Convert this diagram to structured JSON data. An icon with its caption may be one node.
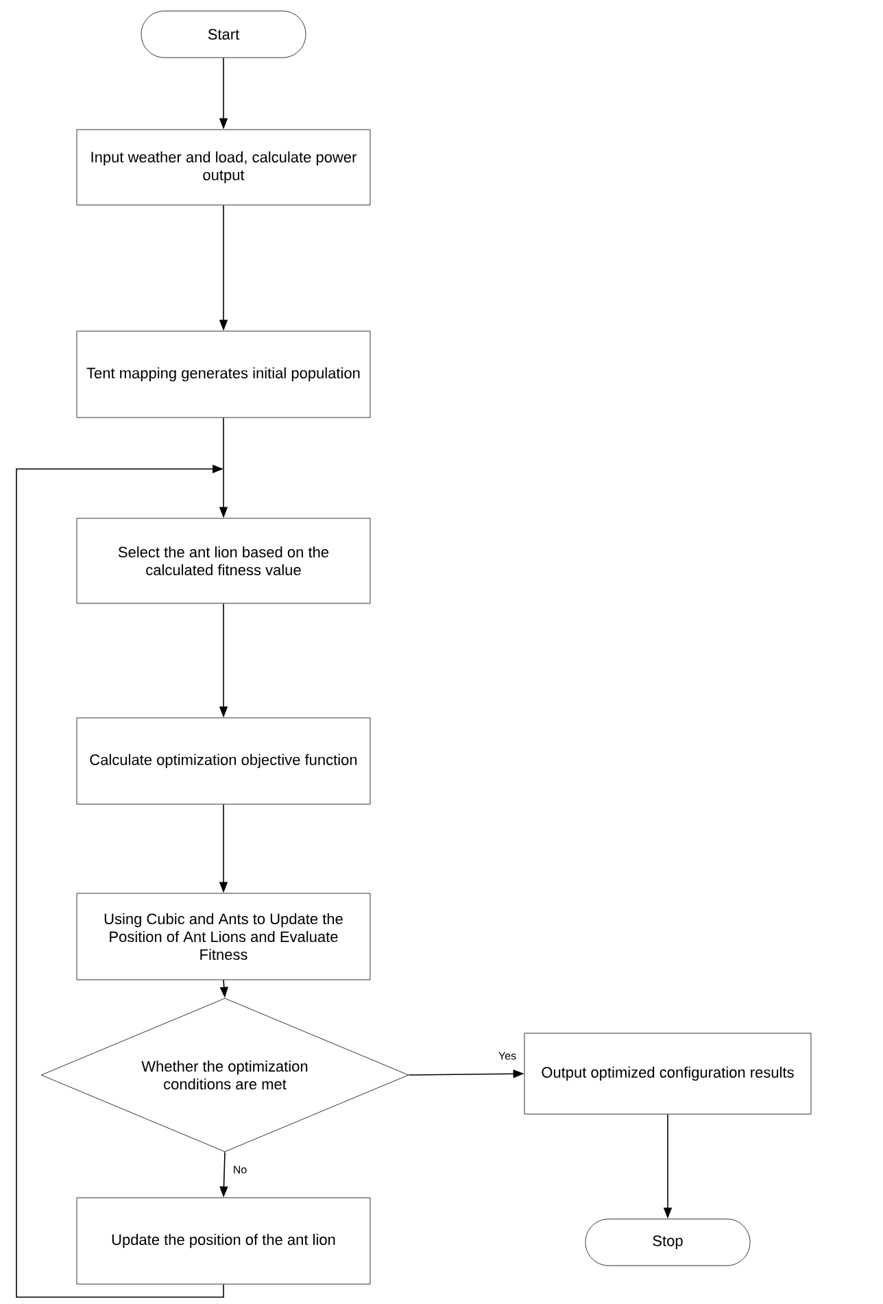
{
  "diagram": {
    "nodes": [
      {
        "text": [
          "Start"
        ]
      },
      {
        "text": [
          "Input weather and load, calculate power output"
        ]
      },
      {
        "text": [
          "Tent mapping generates initial population"
        ]
      },
      {
        "text": [
          "Select the ant lion based on the calculated fitness value"
        ]
      },
      {
        "text": [
          "Calculate optimization objective function"
        ]
      },
      {
        "text": [
          "Using Cubic and Ants to Update the Position of Ant Lions and Evaluate Fitness"
        ]
      },
      {
        "text": [
          "Whether the optimization conditions are met"
        ]
      },
      {
        "text": [
          "Output optimized configuration results"
        ]
      },
      {
        "text": [
          "Update the position of the ant lion"
        ]
      },
      {
        "text": [
          "Stop"
        ]
      }
    ],
    "edges": [
      {
        "from": 0,
        "to": 1,
        "arrow": "to"
      },
      {
        "from": 1,
        "to": 2,
        "arrow": "to"
      },
      {
        "from": 2,
        "to": 3,
        "arrow": "to"
      },
      {
        "from": 3,
        "to": 4,
        "arrow": "to"
      },
      {
        "from": 4,
        "to": 5,
        "arrow": "to"
      },
      {
        "from": 5,
        "to": 6,
        "arrow": "to"
      },
      {
        "from": 6,
        "to": 7,
        "label": "Yes",
        "arrow": "to"
      },
      {
        "from": 6,
        "to": 8,
        "label": "No",
        "arrow": "to"
      },
      {
        "from": 7,
        "to": 9,
        "arrow": "to"
      },
      {
        "from": 8,
        "to": 3,
        "arrow": "to"
      }
    ]
  }
}
